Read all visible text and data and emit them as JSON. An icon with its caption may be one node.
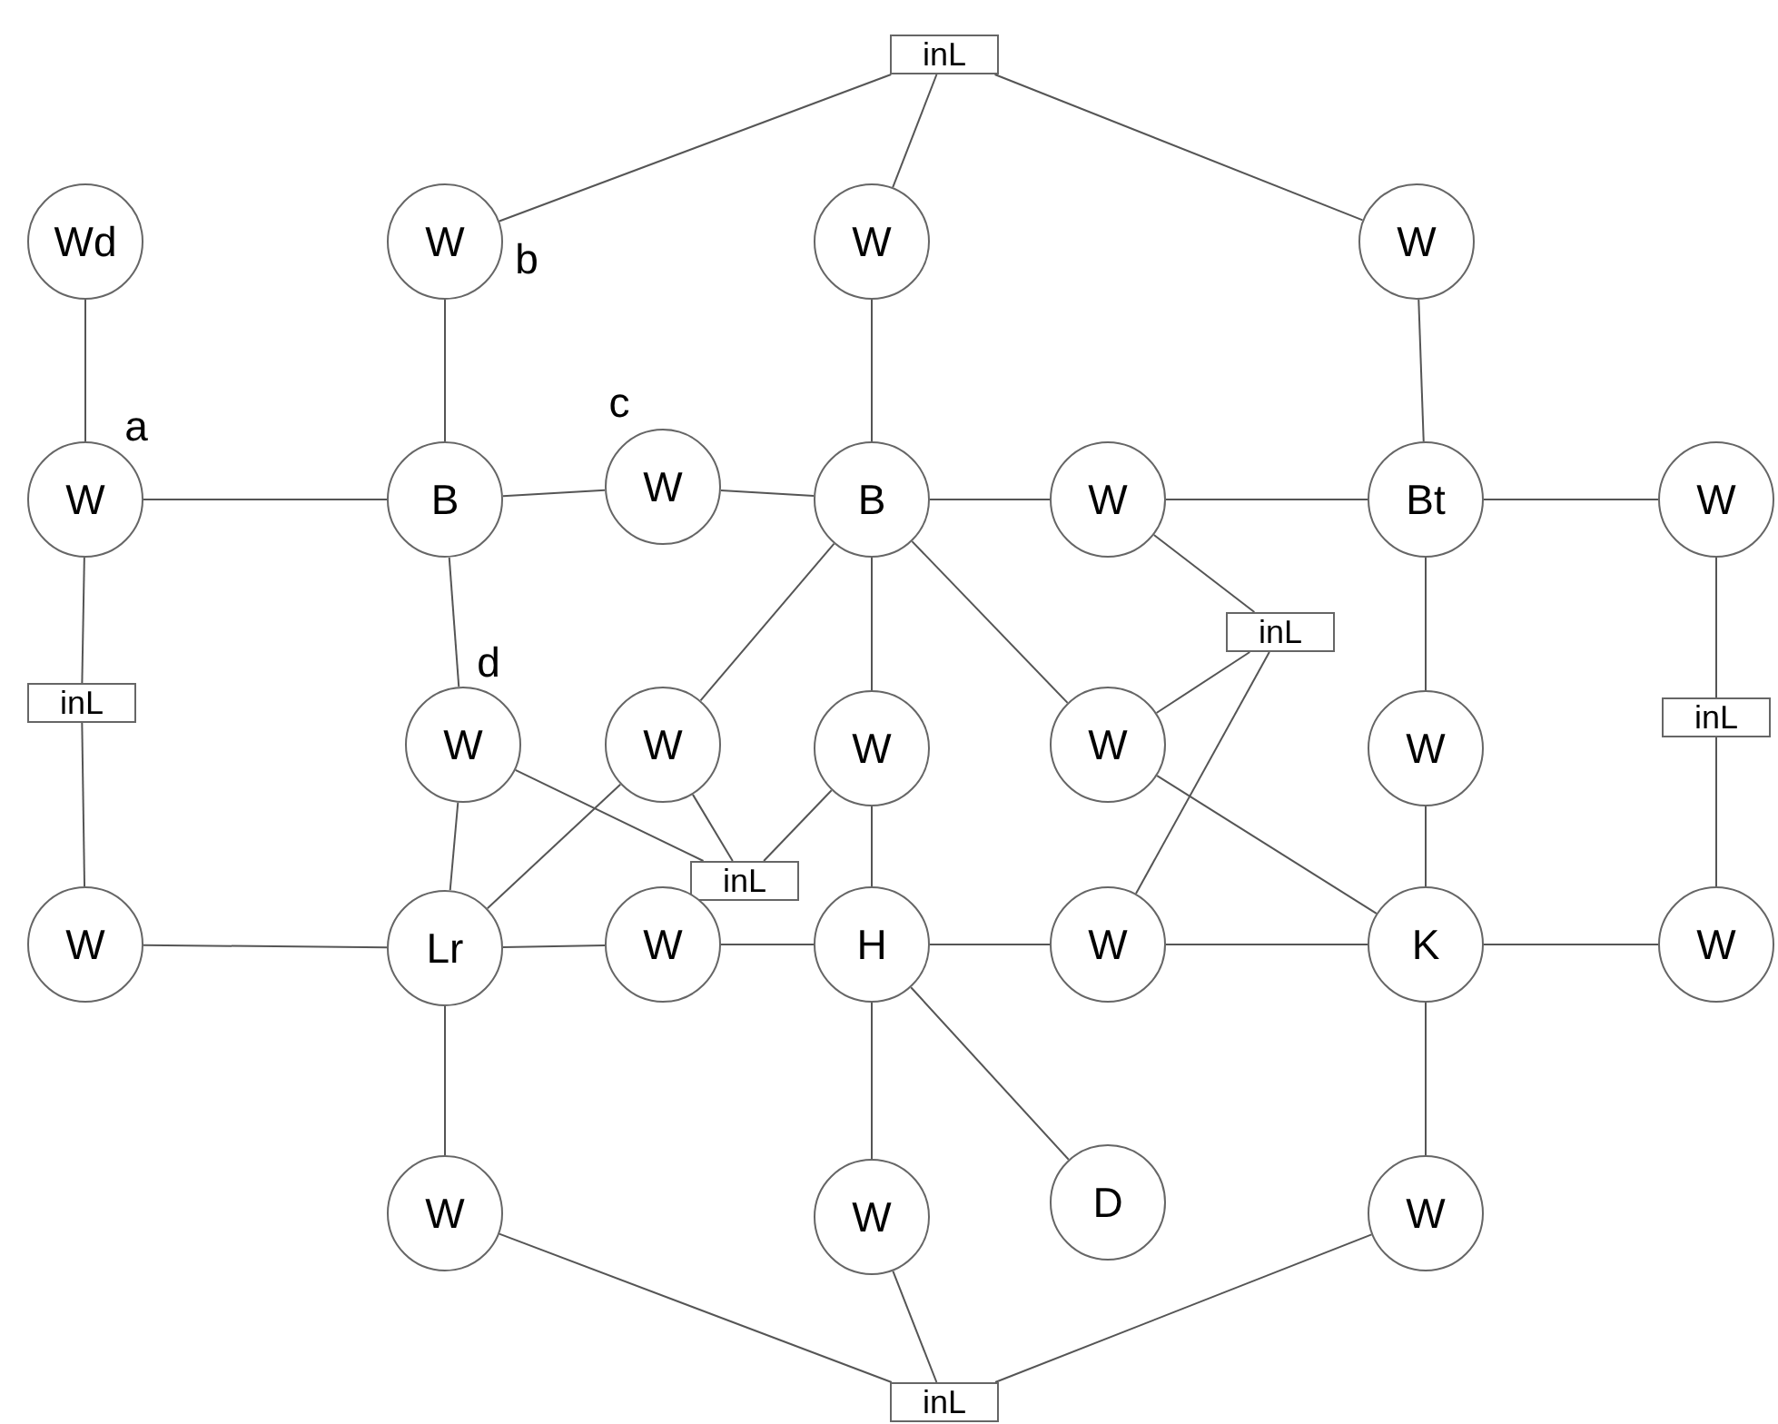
{
  "diagram": {
    "nodes": [
      {
        "text": [
          "inL"
        ]
      },
      {
        "text": [
          "Wd"
        ]
      },
      {
        "text": [
          "W"
        ]
      },
      {
        "text": [
          "W"
        ]
      },
      {
        "text": [
          "W"
        ]
      },
      {
        "text": [
          "W"
        ]
      },
      {
        "text": [
          "B"
        ]
      },
      {
        "text": [
          "W"
        ]
      },
      {
        "text": [
          "B"
        ]
      },
      {
        "text": [
          "W"
        ]
      },
      {
        "text": [
          "Bt"
        ]
      },
      {
        "text": [
          "W"
        ]
      },
      {
        "text": [
          "inL"
        ]
      },
      {
        "text": [
          "inL"
        ]
      },
      {
        "text": [
          "inL"
        ]
      },
      {
        "text": [
          "W"
        ]
      },
      {
        "text": [
          "W"
        ]
      },
      {
        "text": [
          "W"
        ]
      },
      {
        "text": [
          "W"
        ]
      },
      {
        "text": [
          "W"
        ]
      },
      {
        "text": [
          "inL"
        ]
      },
      {
        "text": [
          "W"
        ]
      },
      {
        "text": [
          "Lr"
        ]
      },
      {
        "text": [
          "W"
        ]
      },
      {
        "text": [
          "H"
        ]
      },
      {
        "text": [
          "W"
        ]
      },
      {
        "text": [
          "K"
        ]
      },
      {
        "text": [
          "W"
        ]
      },
      {
        "text": [
          "W"
        ]
      },
      {
        "text": [
          "W"
        ]
      },
      {
        "text": [
          "D"
        ]
      },
      {
        "text": [
          "W"
        ]
      },
      {
        "text": [
          "inL"
        ]
      }
    ],
    "edges": [
      {
        "from": 0,
        "to": 2,
        "arrow": "none"
      },
      {
        "from": 0,
        "to": 3,
        "arrow": "none"
      },
      {
        "from": 0,
        "to": 4,
        "arrow": "none"
      },
      {
        "from": 1,
        "to": 5,
        "arrow": "none"
      },
      {
        "from": 2,
        "to": 6,
        "arrow": "none"
      },
      {
        "from": 3,
        "to": 8,
        "arrow": "none"
      },
      {
        "from": 4,
        "to": 10,
        "arrow": "none"
      },
      {
        "from": 5,
        "to": 6,
        "arrow": "none"
      },
      {
        "from": 6,
        "to": 7,
        "arrow": "none"
      },
      {
        "from": 7,
        "to": 8,
        "arrow": "none"
      },
      {
        "from": 8,
        "to": 9,
        "arrow": "none"
      },
      {
        "from": 9,
        "to": 10,
        "arrow": "none"
      },
      {
        "from": 10,
        "to": 11,
        "arrow": "none"
      },
      {
        "from": 5,
        "to": 12,
        "arrow": "none"
      },
      {
        "from": 12,
        "to": 21,
        "arrow": "none"
      },
      {
        "from": 6,
        "to": 15,
        "arrow": "none"
      },
      {
        "from": 8,
        "to": 16,
        "arrow": "none"
      },
      {
        "from": 8,
        "to": 17,
        "arrow": "none"
      },
      {
        "from": 8,
        "to": 18,
        "arrow": "none"
      },
      {
        "from": 9,
        "to": 13,
        "arrow": "none"
      },
      {
        "from": 13,
        "to": 18,
        "arrow": "none"
      },
      {
        "from": 13,
        "to": 25,
        "arrow": "none"
      },
      {
        "from": 10,
        "to": 19,
        "arrow": "none"
      },
      {
        "from": 19,
        "to": 26,
        "arrow": "none"
      },
      {
        "from": 11,
        "to": 14,
        "arrow": "none"
      },
      {
        "from": 14,
        "to": 27,
        "arrow": "none"
      },
      {
        "from": 15,
        "to": 20,
        "arrow": "none"
      },
      {
        "from": 15,
        "to": 22,
        "arrow": "none"
      },
      {
        "from": 16,
        "to": 20,
        "arrow": "none"
      },
      {
        "from": 16,
        "to": 22,
        "arrow": "none"
      },
      {
        "from": 17,
        "to": 20,
        "arrow": "none"
      },
      {
        "from": 17,
        "to": 24,
        "arrow": "none"
      },
      {
        "from": 18,
        "to": 26,
        "arrow": "none"
      },
      {
        "from": 21,
        "to": 22,
        "arrow": "none"
      },
      {
        "from": 22,
        "to": 23,
        "arrow": "none"
      },
      {
        "from": 23,
        "to": 24,
        "arrow": "none"
      },
      {
        "from": 24,
        "to": 25,
        "arrow": "none"
      },
      {
        "from": 25,
        "to": 26,
        "arrow": "none"
      },
      {
        "from": 26,
        "to": 27,
        "arrow": "none"
      },
      {
        "from": 22,
        "to": 28,
        "arrow": "none"
      },
      {
        "from": 24,
        "to": 29,
        "arrow": "none"
      },
      {
        "from": 24,
        "to": 30,
        "arrow": "none"
      },
      {
        "from": 26,
        "to": 31,
        "arrow": "none"
      },
      {
        "from": 28,
        "to": 32,
        "arrow": "none"
      },
      {
        "from": 29,
        "to": 32,
        "arrow": "none"
      },
      {
        "from": 31,
        "to": 32,
        "arrow": "none"
      }
    ],
    "labels": [
      "a",
      "b",
      "c",
      "d"
    ]
  }
}
